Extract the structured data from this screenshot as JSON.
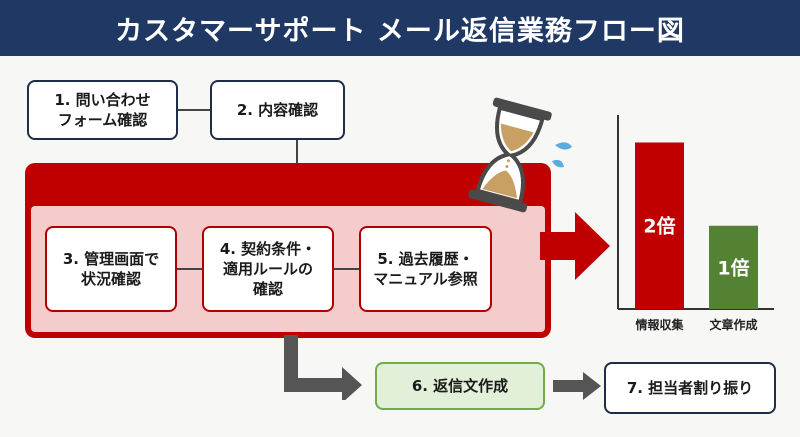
{
  "title": "カスタマーサポート メール返信業務フロー図",
  "steps": [
    {
      "label": "1. 問い合わせ\nフォーム確認"
    },
    {
      "label": "2. 内容確認"
    },
    {
      "label": "3. 管理画面で\n状況確認"
    },
    {
      "label": "4. 契約条件・\n適用ルールの\n確認"
    },
    {
      "label": "5. 過去履歴・\nマニュアル参照"
    },
    {
      "label": "6. 返信文作成"
    },
    {
      "label": "7. 担当者割り振り"
    }
  ],
  "colors": {
    "header": "#1f3864",
    "red": "#c00000",
    "pink": "#f4cccc",
    "green": "#548235",
    "green_bg": "#e2efd9"
  },
  "chart_data": {
    "type": "bar",
    "categories": [
      "情報収集",
      "文章作成"
    ],
    "values": [
      2,
      1
    ],
    "data_labels": [
      "2倍",
      "1倍"
    ],
    "colors": [
      "#c00000",
      "#548235"
    ],
    "ylim": [
      0,
      2.4
    ]
  }
}
